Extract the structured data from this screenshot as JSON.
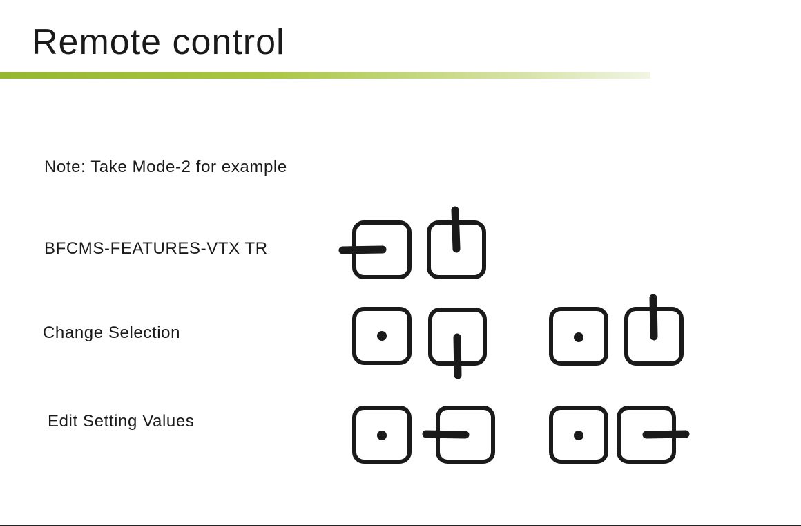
{
  "page": {
    "title": "Remote control",
    "note": "Note: Take Mode-2 for example",
    "accent_color": "#95b82f"
  },
  "rows": [
    {
      "label": "BFCMS-FEATURES-VTX TR",
      "combos": [
        {
          "left_stick": "left",
          "right_stick": "up"
        }
      ]
    },
    {
      "label": "Change Selection",
      "combos": [
        {
          "left_stick": "center",
          "right_stick": "down"
        },
        {
          "left_stick": "center",
          "right_stick": "up"
        }
      ]
    },
    {
      "label": "Edit Setting Values",
      "combos": [
        {
          "left_stick": "center",
          "right_stick": "left"
        },
        {
          "left_stick": "center",
          "right_stick": "right"
        }
      ]
    }
  ]
}
